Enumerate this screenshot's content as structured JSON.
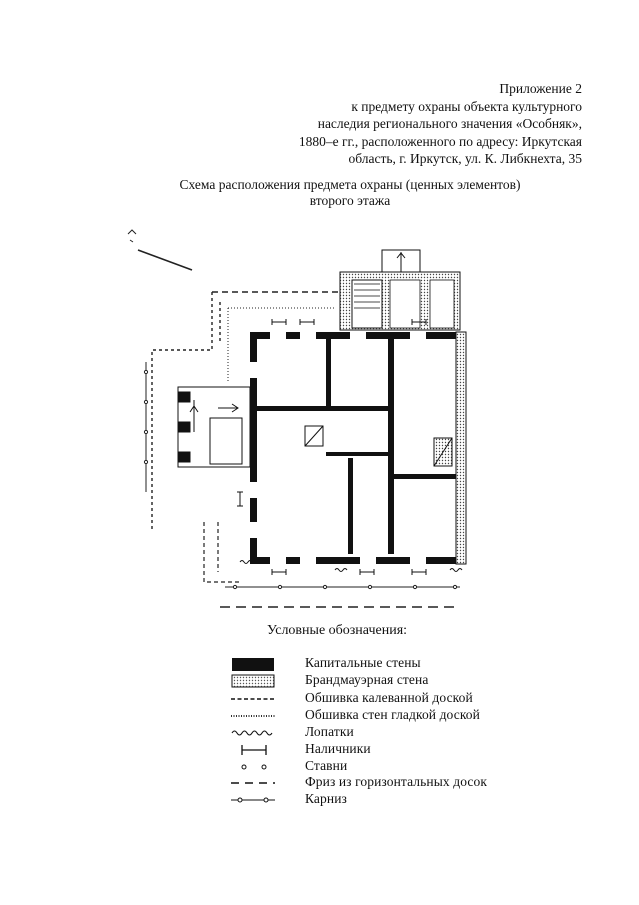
{
  "appendix": {
    "lines": [
      "Приложение 2",
      "к предмету охраны объекта культурного",
      "наследия регионального значения «Особняк»,",
      "1880–е гг., расположенного по адресу: Иркутская",
      "область, г. Иркутск, ул. К. Либкнехта, 35"
    ]
  },
  "scheme": {
    "title_lines": [
      "Схема расположения предмета охраны (ценных элементов)",
      "второго этажа"
    ]
  },
  "legend": {
    "title": "Условные обозначения:",
    "items": [
      {
        "label": "Капитальные стены",
        "icon": "solid-black-fill"
      },
      {
        "label": "Брандмауэрная стена",
        "icon": "dotted-fill"
      },
      {
        "label": "Обшивка калеванной доской",
        "icon": "dashed-line"
      },
      {
        "label": "Обшивка стен гладкой доской",
        "icon": "fine-dotted-line"
      },
      {
        "label": "Лопатки",
        "icon": "wavy-line"
      },
      {
        "label": "Наличники",
        "icon": "bracket-line"
      },
      {
        "label": "Ставни",
        "icon": "two-circles"
      },
      {
        "label": "Фриз из горизонтальных досок",
        "icon": "long-dash-line"
      },
      {
        "label": "Карниз",
        "icon": "line-with-circles"
      }
    ]
  }
}
